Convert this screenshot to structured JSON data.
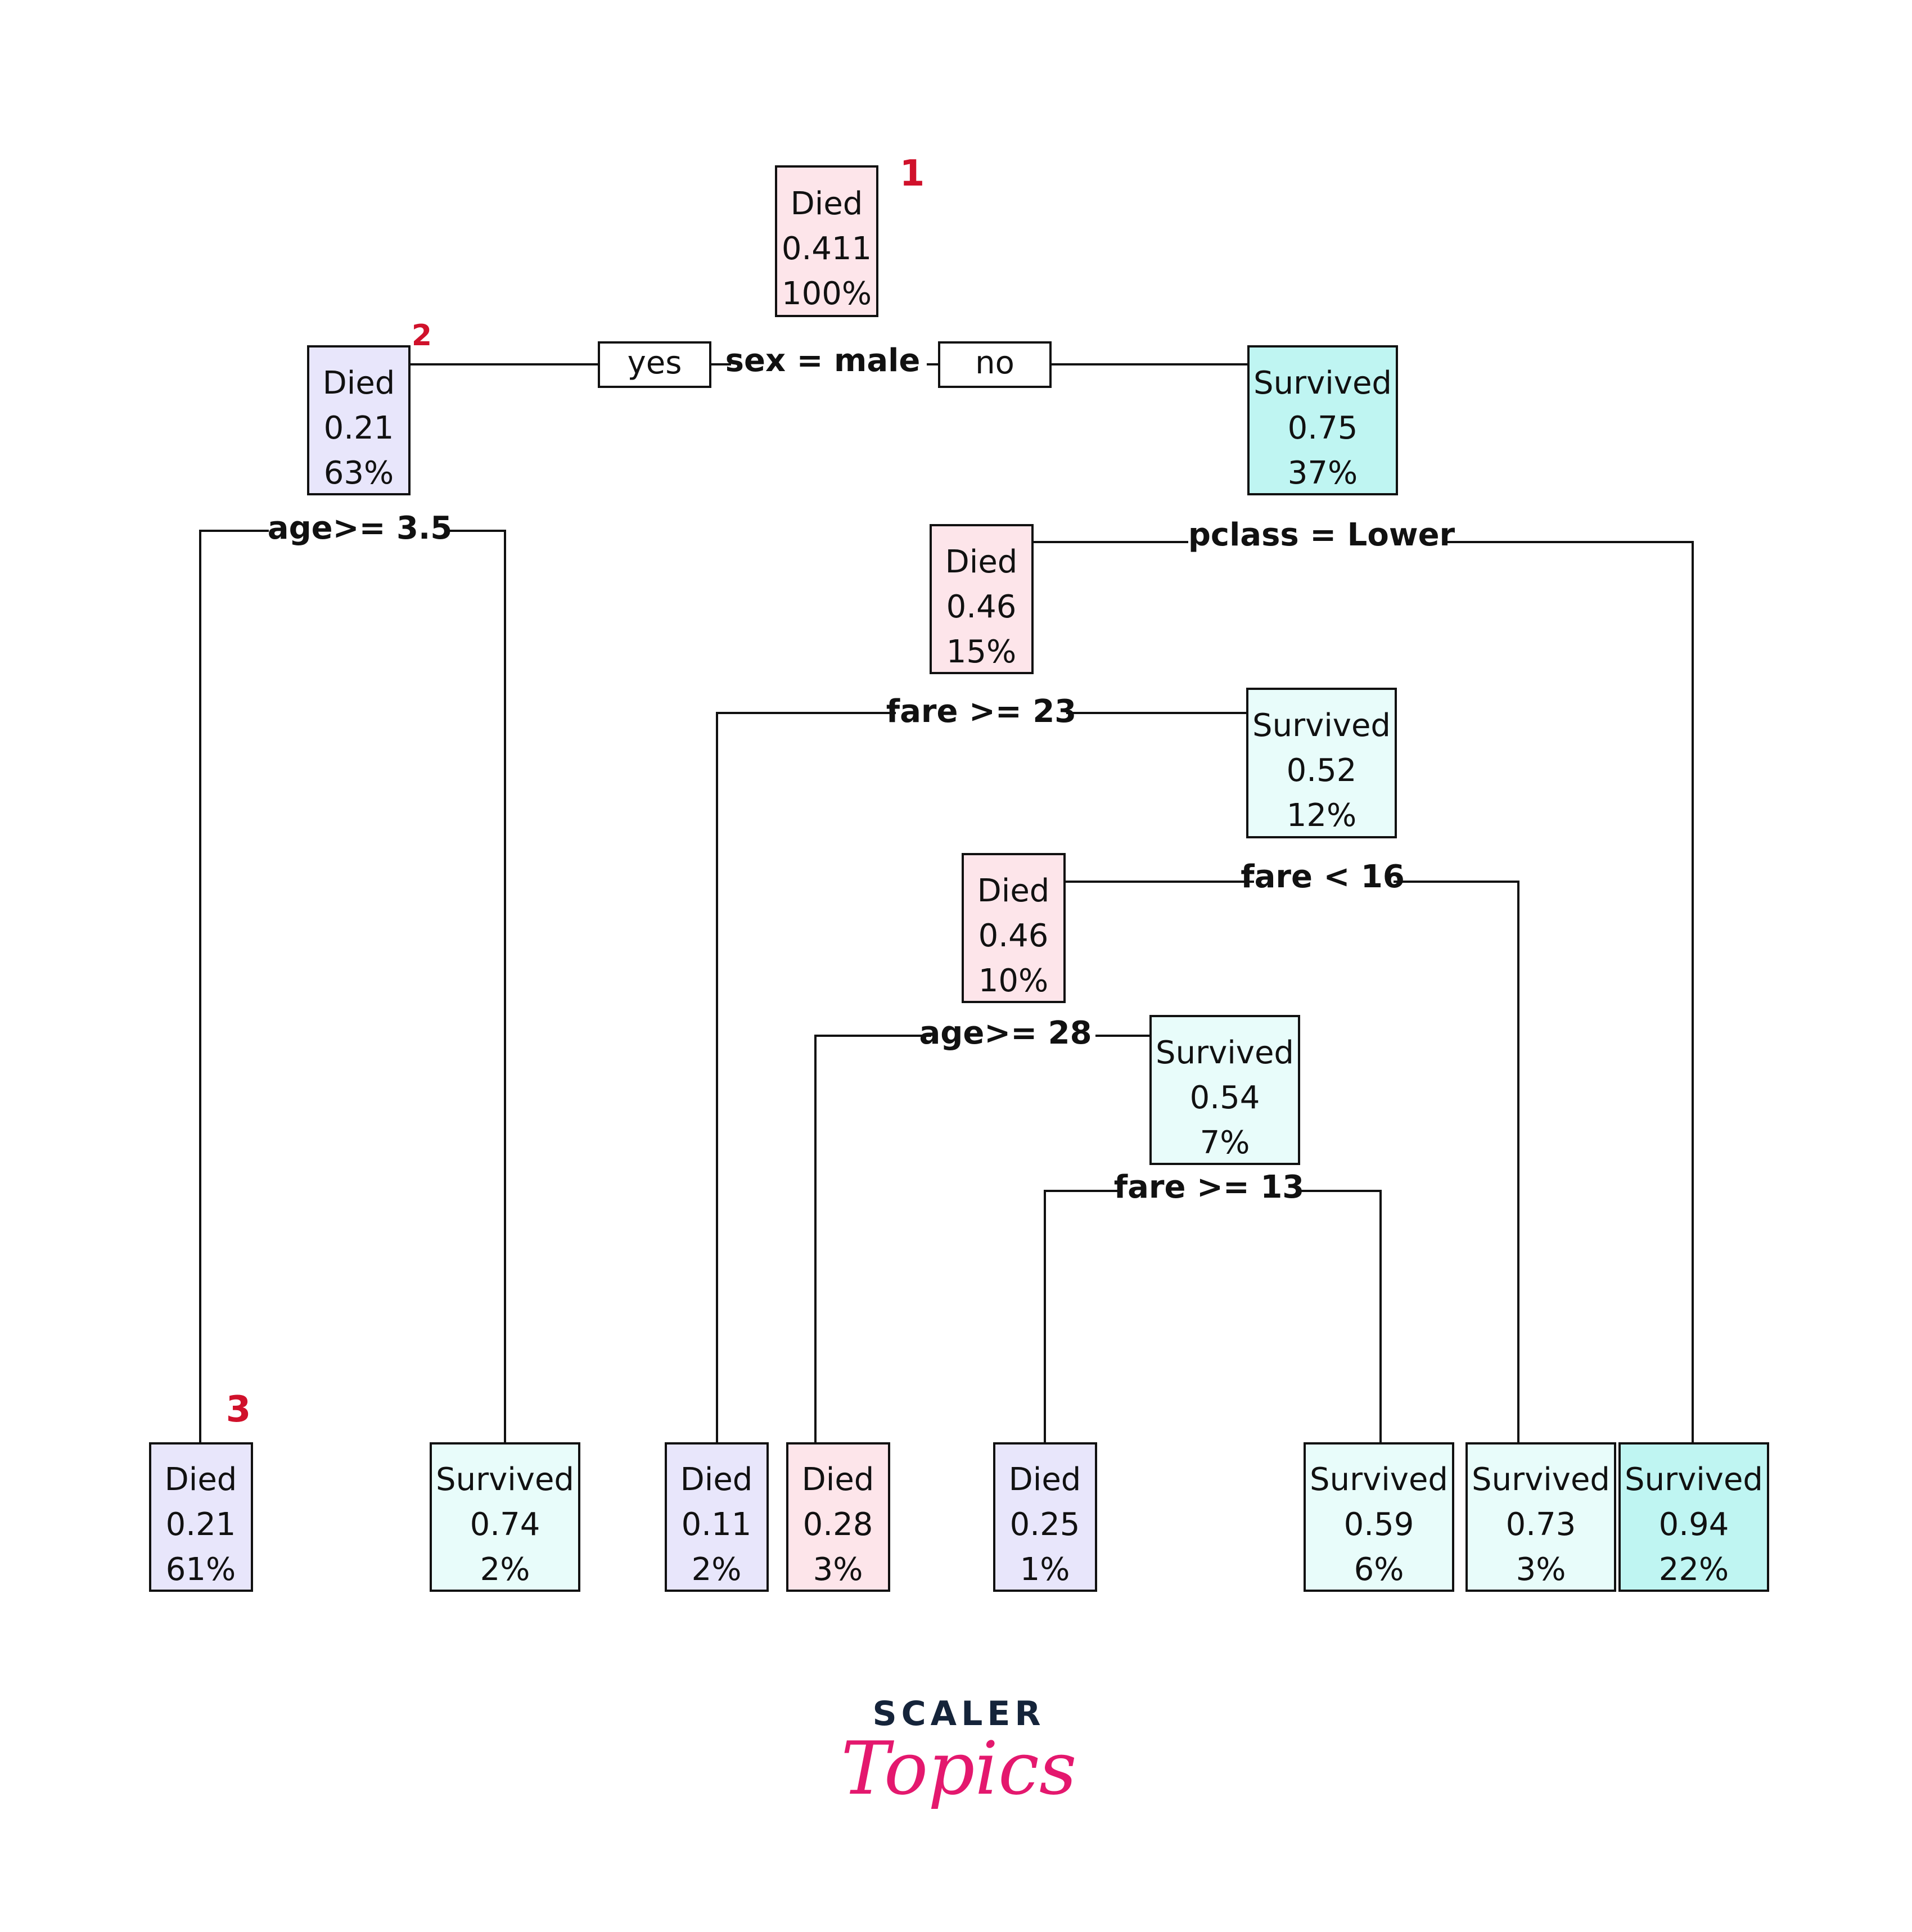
{
  "nodes": [
    {
      "id": "root",
      "label": "Died",
      "value": "0.411",
      "pct": "100%",
      "color": "#fde5ea"
    },
    {
      "id": "n2",
      "label": "Died",
      "value": "0.21",
      "pct": "63%",
      "color": "#e8e6fb"
    },
    {
      "id": "n3",
      "label": "Survived",
      "value": "0.75",
      "pct": "37%",
      "color": "#bff5f2"
    },
    {
      "id": "n6",
      "label": "Died",
      "value": "0.46",
      "pct": "15%",
      "color": "#fde5ea"
    },
    {
      "id": "n13",
      "label": "Survived",
      "value": "0.52",
      "pct": "12%",
      "color": "#e8fcfa"
    },
    {
      "id": "n26",
      "label": "Died",
      "value": "0.46",
      "pct": "10%",
      "color": "#fde5ea"
    },
    {
      "id": "n53",
      "label": "Survived",
      "value": "0.54",
      "pct": "7%",
      "color": "#e8fcfa"
    },
    {
      "id": "l1",
      "label": "Died",
      "value": "0.21",
      "pct": "61%",
      "color": "#e8e6fb"
    },
    {
      "id": "l2",
      "label": "Survived",
      "value": "0.74",
      "pct": "2%",
      "color": "#e8fcfa"
    },
    {
      "id": "l3",
      "label": "Died",
      "value": "0.11",
      "pct": "2%",
      "color": "#e8e6fb"
    },
    {
      "id": "l4",
      "label": "Died",
      "value": "0.28",
      "pct": "3%",
      "color": "#fde5ea"
    },
    {
      "id": "l5",
      "label": "Died",
      "value": "0.25",
      "pct": "1%",
      "color": "#e8e6fb"
    },
    {
      "id": "l6",
      "label": "Survived",
      "value": "0.59",
      "pct": "6%",
      "color": "#e8fcfa"
    },
    {
      "id": "l7",
      "label": "Survived",
      "value": "0.73",
      "pct": "3%",
      "color": "#e8fcfa"
    },
    {
      "id": "l8",
      "label": "Survived",
      "value": "0.94",
      "pct": "22%",
      "color": "#bff5f2"
    }
  ],
  "splits": [
    {
      "id": "s_sex",
      "text": "sex = male"
    },
    {
      "id": "s_age35",
      "text": "age>= 3.5"
    },
    {
      "id": "s_pclass",
      "text": "pclass = Lower"
    },
    {
      "id": "s_fare23",
      "text": "fare >= 23"
    },
    {
      "id": "s_fare16",
      "text": "fare < 16"
    },
    {
      "id": "s_age28",
      "text": "age>= 28"
    },
    {
      "id": "s_fare13",
      "text": "fare >= 13"
    }
  ],
  "branch_labels": {
    "yes": "yes",
    "no": "no"
  },
  "markers": [
    "1",
    "2",
    "3"
  ],
  "logo": {
    "word": "SCALER",
    "script": "Topics",
    "word_color": "#15243a",
    "script_color": "#e4186e"
  }
}
